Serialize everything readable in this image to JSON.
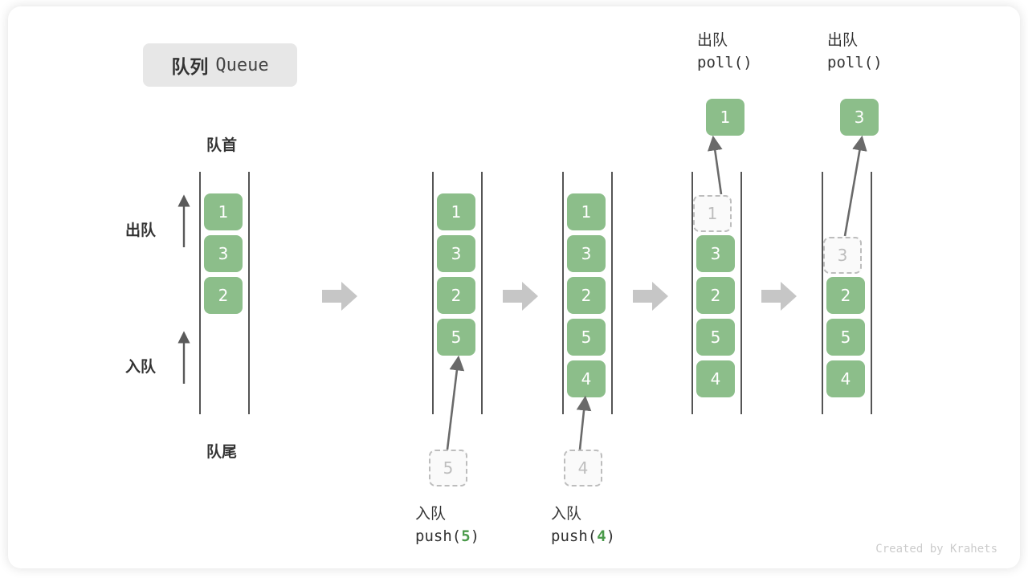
{
  "title": {
    "cn": "队列",
    "en": "Queue"
  },
  "labels": {
    "front": "队首",
    "rear": "队尾",
    "dequeue_side": "出队",
    "enqueue_side": "入队"
  },
  "colors": {
    "element_fill": "#8cbe8a",
    "element_text": "#ffffff",
    "ghost_fill": "#fafafa",
    "ghost_border": "#bdbdbd",
    "rail": "#555555",
    "step_arrow": "#c6c6c6",
    "accent_number": "#4a9a4a",
    "badge_bg": "#e7e7e7"
  },
  "columns": [
    {
      "name": "initial",
      "elements": [
        {
          "value": "1",
          "state": "filled"
        },
        {
          "value": "3",
          "state": "filled"
        },
        {
          "value": "2",
          "state": "filled"
        }
      ]
    },
    {
      "name": "after-push-5",
      "elements": [
        {
          "value": "1",
          "state": "filled"
        },
        {
          "value": "3",
          "state": "filled"
        },
        {
          "value": "2",
          "state": "filled"
        },
        {
          "value": "5",
          "state": "filled"
        }
      ]
    },
    {
      "name": "after-push-4",
      "elements": [
        {
          "value": "1",
          "state": "filled"
        },
        {
          "value": "3",
          "state": "filled"
        },
        {
          "value": "2",
          "state": "filled"
        },
        {
          "value": "5",
          "state": "filled"
        },
        {
          "value": "4",
          "state": "filled"
        }
      ]
    },
    {
      "name": "after-poll-1",
      "elements": [
        {
          "value": "1",
          "state": "ghost"
        },
        {
          "value": "3",
          "state": "filled"
        },
        {
          "value": "2",
          "state": "filled"
        },
        {
          "value": "5",
          "state": "filled"
        },
        {
          "value": "4",
          "state": "filled"
        }
      ]
    },
    {
      "name": "after-poll-3",
      "elements": [
        {
          "value": "",
          "state": "empty"
        },
        {
          "value": "3",
          "state": "ghost"
        },
        {
          "value": "2",
          "state": "filled"
        },
        {
          "value": "5",
          "state": "filled"
        },
        {
          "value": "4",
          "state": "filled"
        }
      ]
    }
  ],
  "operations": {
    "push5": {
      "cn": "入队",
      "fn": "push(",
      "arg": "5",
      "close": ")",
      "incoming_value": "5"
    },
    "push4": {
      "cn": "入队",
      "fn": "push(",
      "arg": "4",
      "close": ")",
      "incoming_value": "4"
    },
    "poll1": {
      "cn": "出队",
      "fn": "poll()",
      "result_value": "1"
    },
    "poll2": {
      "cn": "出队",
      "fn": "poll()",
      "result_value": "3"
    }
  },
  "watermark": "Created by Krahets"
}
